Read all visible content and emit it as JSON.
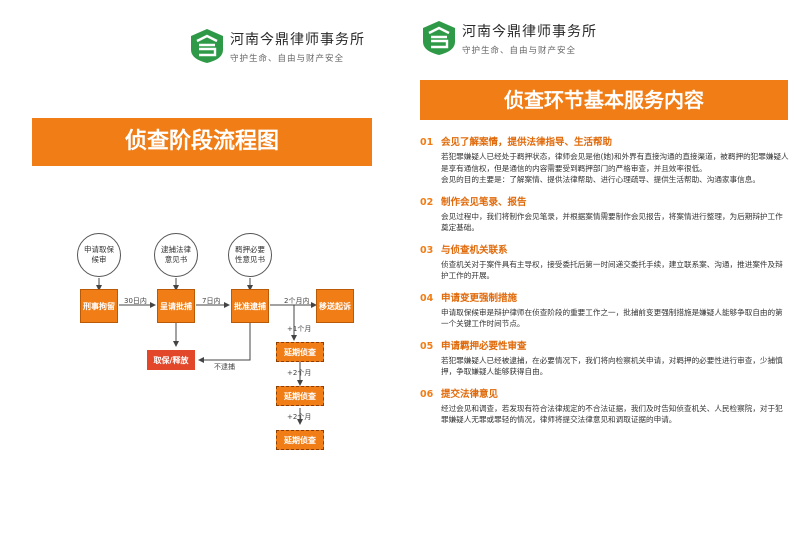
{
  "logo": {
    "name": "河南今鼎律师事务所",
    "slogan": "守护生命、自由与财产安全",
    "color": "#2e9a47"
  },
  "accent_color": "#f07d16",
  "left": {
    "banner": "侦查阶段流程图",
    "flow": {
      "circles": [
        "申请取保候审",
        "逮捕法律意见书",
        "羁押必要性意见书"
      ],
      "boxes": [
        "刑事拘留",
        "呈请批捕",
        "批准逮捕",
        "移送起诉"
      ],
      "edges": [
        "30日内",
        "7日内",
        "2个月内",
        "+1个月",
        "+2个月",
        "+2个月",
        "不逮捕"
      ],
      "release": "取保/释放",
      "extensions": [
        "延期侦查",
        "延期侦查",
        "延期侦查"
      ]
    }
  },
  "right": {
    "banner": "侦查环节基本服务内容",
    "sections": [
      {
        "num": "01",
        "title": "会见了解案情，提供法律指导、生活帮助",
        "paragraphs": [
          "若犯罪嫌疑人已经处于羁押状态，律师会见是他(她)和外界有直接沟通的直接渠道，被羁押的犯罪嫌疑人是享有通信权，但是通信的内容需要受到羁押部门的严格审查，并且效率很低。",
          "会见的目的主要是：了解案情、提供法律帮助、进行心理疏导、提供生活帮助、沟通家事信息。"
        ]
      },
      {
        "num": "02",
        "title": "制作会见笔录、报告",
        "paragraphs": [
          "会见过程中，我们将制作会见笔录，并根据案情需要制作会见报告，将案情进行整理，为后期辩护工作奠定基础。"
        ]
      },
      {
        "num": "03",
        "title": "与侦查机关联系",
        "paragraphs": [
          "侦查机关对于案件具有主导权，接受委托后第一时间递交委托手续，建立联系案、沟通，推进案件及辩护工作的开展。"
        ]
      },
      {
        "num": "04",
        "title": "申请变更强制措施",
        "paragraphs": [
          "申请取保候审是辩护律师在侦查阶段的重要工作之一，批捕前变更强制措施是嫌疑人能够争取自由的第一个关键工作时间节点。"
        ]
      },
      {
        "num": "05",
        "title": "申请羁押必要性审查",
        "paragraphs": [
          "若犯罪嫌疑人已经被逮捕，在必要情况下，我们将向检察机关申请，对羁押的必要性进行审查，少捕慎押，争取嫌疑人能够获得自由。"
        ]
      },
      {
        "num": "06",
        "title": "提交法律意见",
        "paragraphs": [
          "经过会见和调查，若发现有符合法律规定的不合法证据，我们及时告知侦查机关、人民检察院，对于犯罪嫌疑人无罪或罪轻的情况，律师将提交法律意见和调取证据的申请。"
        ]
      }
    ]
  }
}
